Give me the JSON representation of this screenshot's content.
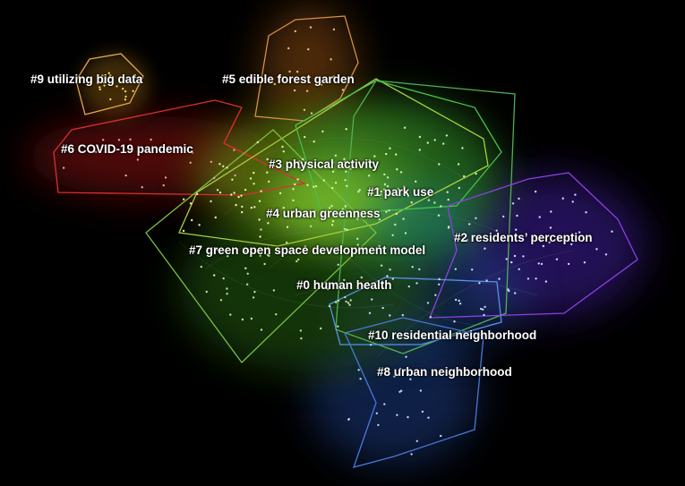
{
  "clusters": [
    {
      "id": 0,
      "label": "#0 human health",
      "color": "#3a8a1e"
    },
    {
      "id": 1,
      "label": "#1 park use",
      "color": "#4ac23a"
    },
    {
      "id": 2,
      "label": "#2 residents’ perception",
      "color": "#7a3ad0"
    },
    {
      "id": 3,
      "label": "#3 physical activity",
      "color": "#9ac82a"
    },
    {
      "id": 4,
      "label": "#4 urban greenness",
      "color": "#5ab83a"
    },
    {
      "id": 5,
      "label": "#5 edible forest garden",
      "color": "#c07a30"
    },
    {
      "id": 6,
      "label": "#6 COVID-19 pandemic",
      "color": "#c82828"
    },
    {
      "id": 7,
      "label": "#7 green open space development model",
      "color": "#6aaa2a"
    },
    {
      "id": 8,
      "label": "#8 urban neighborhood",
      "color": "#3a6ac8"
    },
    {
      "id": 9,
      "label": "#9 utilizing big data",
      "color": "#d0a040"
    },
    {
      "id": 10,
      "label": "#10 residential neighborhood",
      "color": "#4a7ad8"
    }
  ]
}
